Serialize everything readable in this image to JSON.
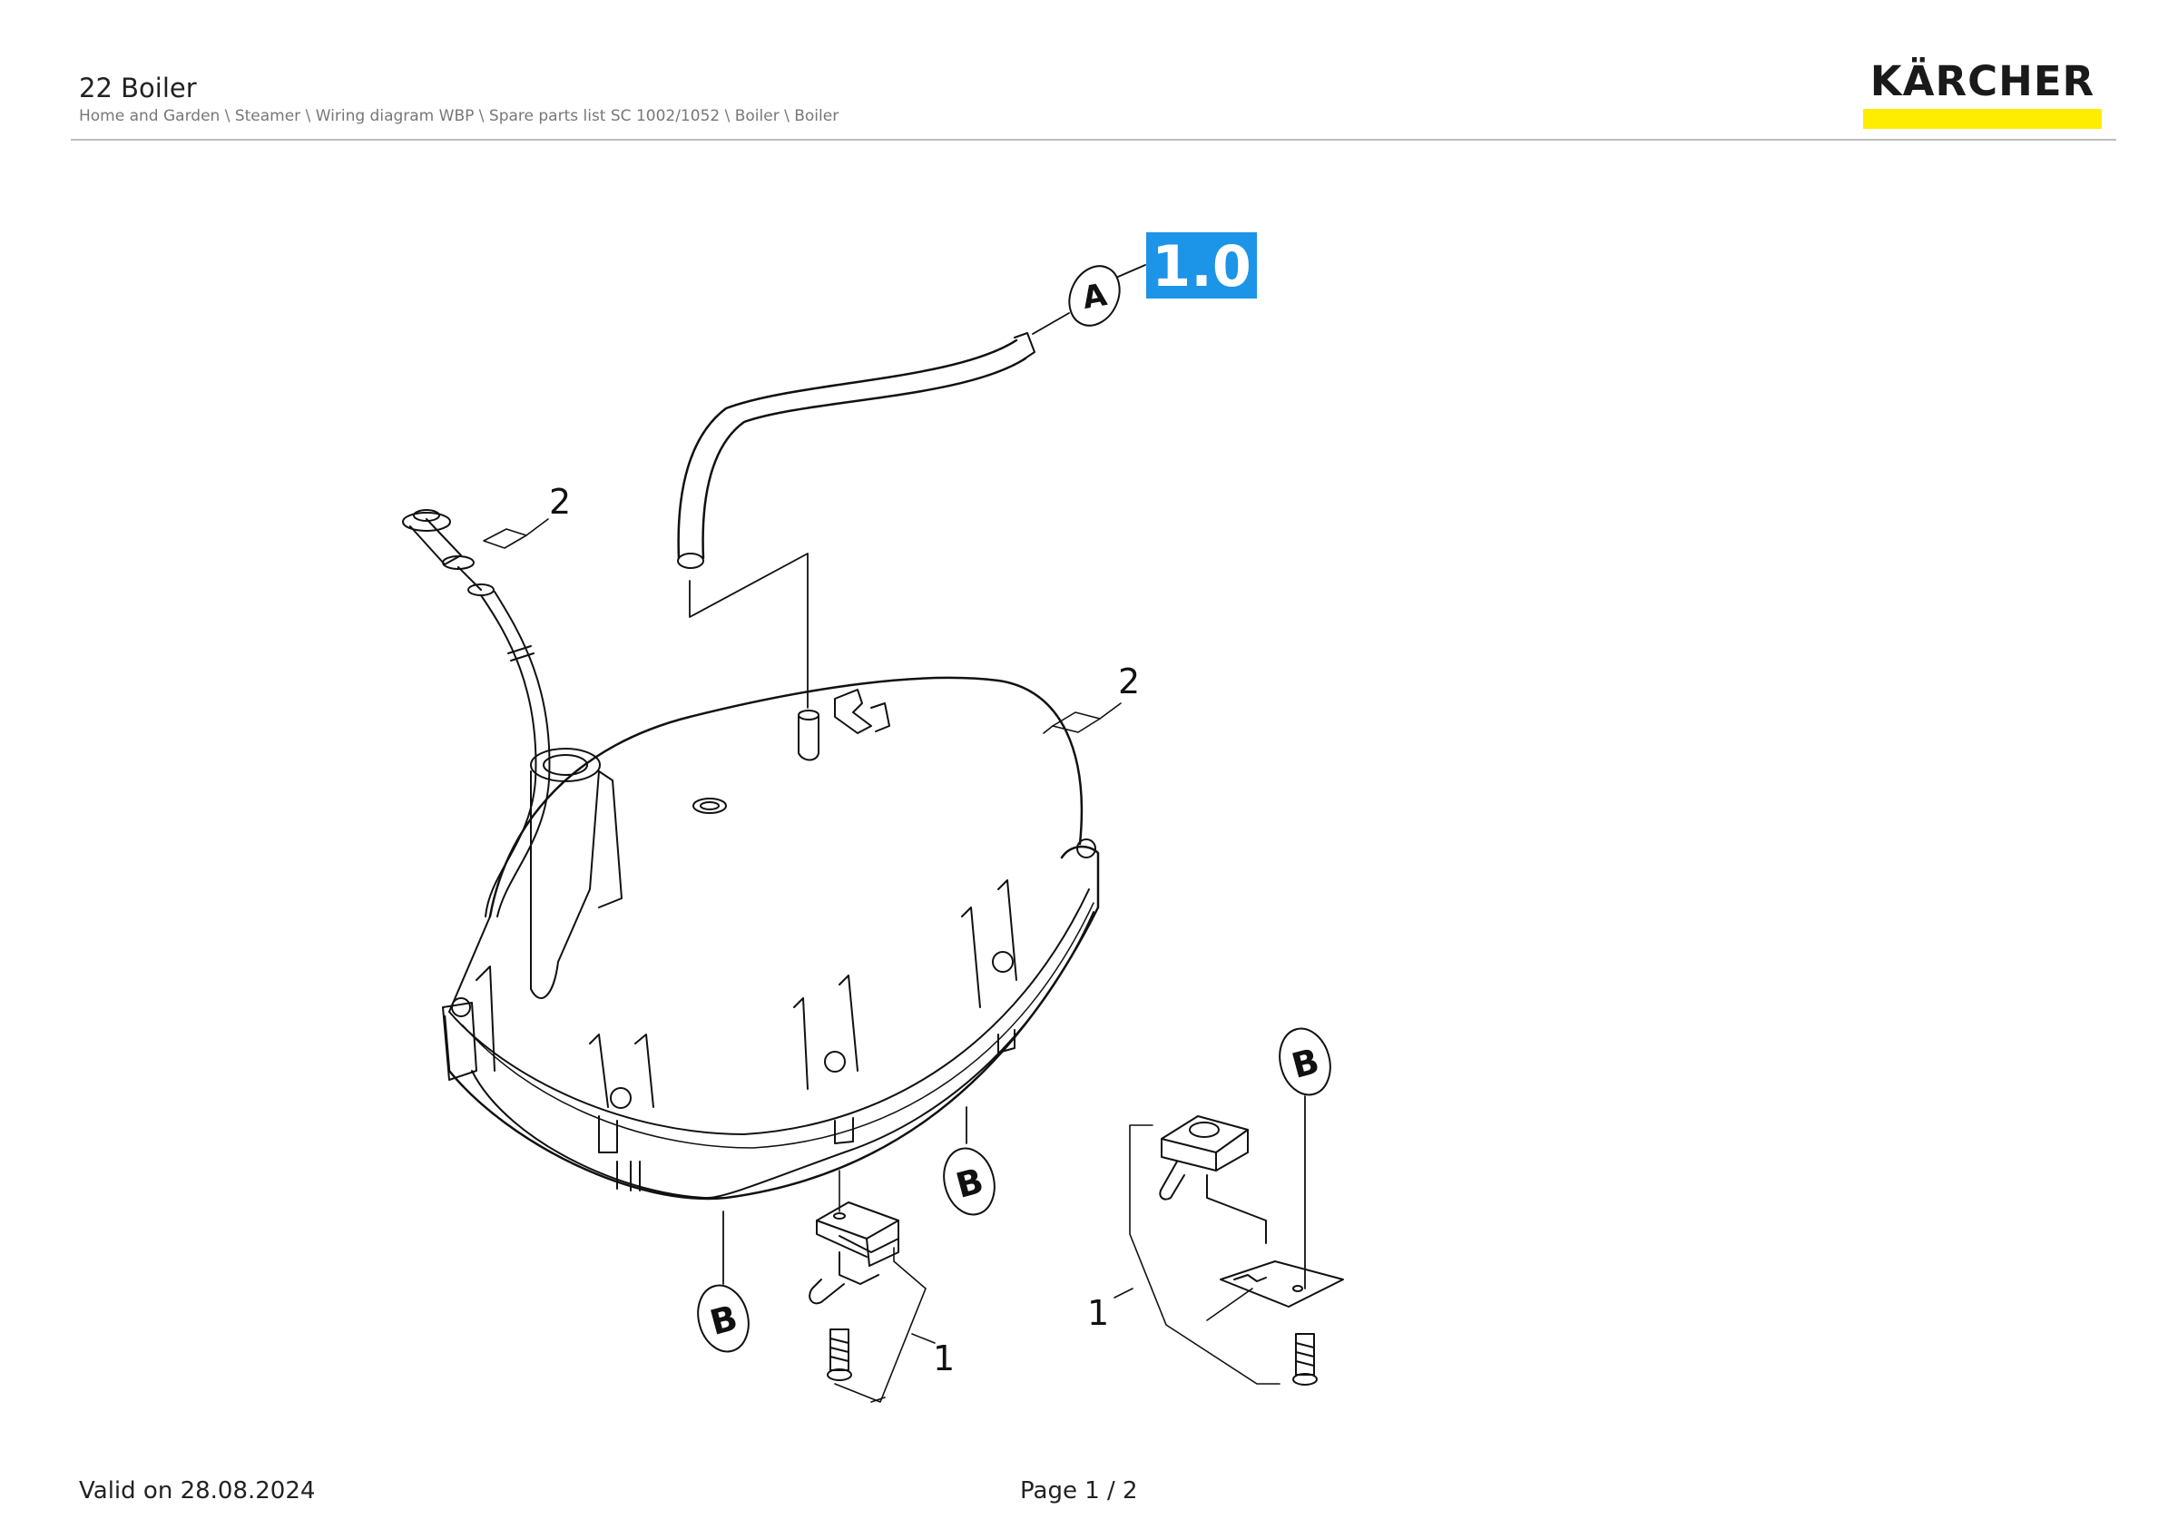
{
  "header": {
    "title": "22 Boiler",
    "breadcrumb": "Home and Garden \\ Steamer \\ Wiring diagram WBP \\ Spare parts list SC 1002/1052 \\ Boiler \\ Boiler",
    "logo_text": "KÄRCHER"
  },
  "diagram": {
    "badge_label": "1.0",
    "callouts": {
      "a": "A",
      "b_left": "B",
      "b_middle": "B",
      "b_right": "B"
    },
    "item_numbers": {
      "sensor": "2",
      "boiler": "2",
      "switch_left": "1",
      "switch_right": "1"
    }
  },
  "footer": {
    "valid": "Valid on 28.08.2024",
    "page": "Page 1 / 2"
  },
  "colors": {
    "accent_badge": "#1c94e8",
    "brand_yellow": "#ffed00"
  }
}
